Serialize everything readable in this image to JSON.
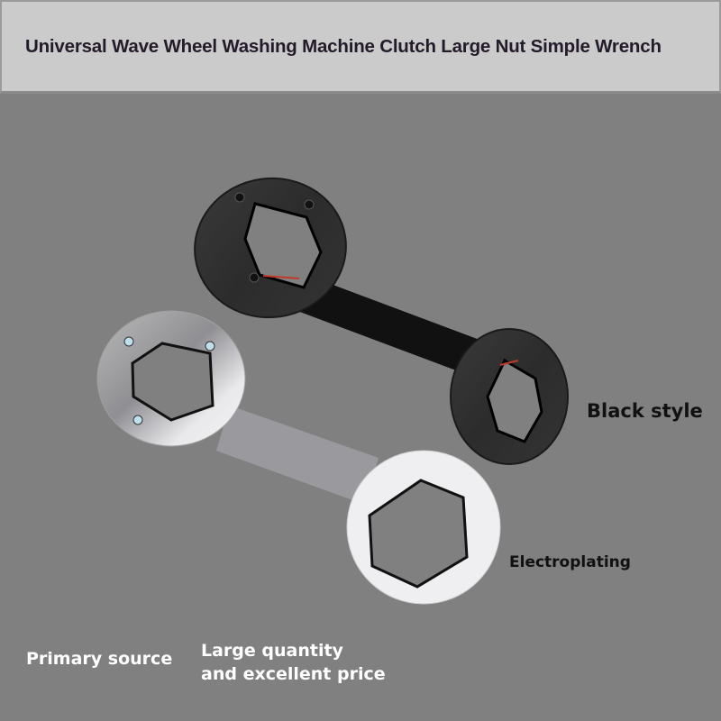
{
  "header": {
    "title": "Universal Wave Wheel Washing Machine Clutch Large Nut Simple Wrench"
  },
  "labels": {
    "black_style": "Black style",
    "electroplating": "Electroplating",
    "primary_source": "Primary source",
    "quantity_line1": "Large quantity",
    "quantity_line2": "and excellent price"
  },
  "products": [
    {
      "name": "black-wrench",
      "finish": "Black style",
      "color": "#2a2a2a"
    },
    {
      "name": "silver-wrench",
      "finish": "Electroplating",
      "color": "#c8c8c8"
    }
  ],
  "colors": {
    "background": "#808080",
    "header_bg": "#cbcbcb",
    "title_text": "#231a2a"
  }
}
